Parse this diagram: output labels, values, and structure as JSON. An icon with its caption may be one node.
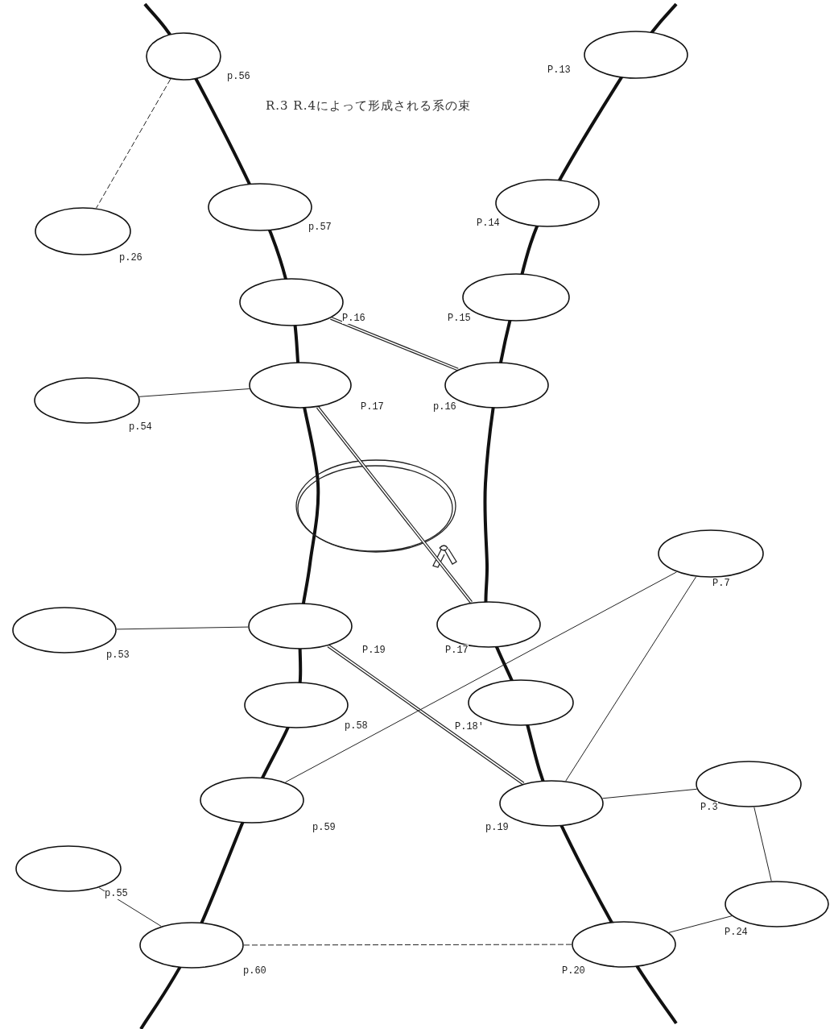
{
  "diagram": {
    "title": "R.3 R.4によって形成される系の束",
    "nodes": [
      {
        "text": [],
        "shape": "circle",
        "beside": [
          "p.56"
        ]
      },
      {
        "text": [],
        "shape": "circle",
        "beside": [
          "P.13"
        ]
      },
      {
        "text": [],
        "shape": "circle",
        "beside": [
          "p.57"
        ]
      },
      {
        "text": [],
        "shape": "circle",
        "beside": [
          "p.26"
        ]
      },
      {
        "text": [],
        "shape": "circle",
        "beside": [
          "P.14"
        ]
      },
      {
        "text": [],
        "shape": "circle",
        "beside": [
          "P.16"
        ]
      },
      {
        "text": [],
        "shape": "circle",
        "beside": [
          "P.15"
        ]
      },
      {
        "text": [],
        "shape": "circle",
        "beside": [
          "p.54"
        ]
      },
      {
        "text": [],
        "shape": "circle",
        "beside": [
          "P.17"
        ]
      },
      {
        "text": [],
        "shape": "circle",
        "beside": [
          "p.16"
        ]
      },
      {
        "text": [],
        "shape": "circle",
        "beside": [
          "P.7"
        ]
      },
      {
        "text": [],
        "shape": "circle",
        "beside": [
          "p.53"
        ]
      },
      {
        "text": [],
        "shape": "circle",
        "beside": [
          "P.19"
        ]
      },
      {
        "text": [],
        "shape": "circle",
        "beside": [
          "P.17"
        ]
      },
      {
        "text": [],
        "shape": "circle",
        "beside": [
          "p.58"
        ]
      },
      {
        "text": [],
        "shape": "circle",
        "beside": [
          "P.18'"
        ]
      },
      {
        "text": [],
        "shape": "circle",
        "beside": [
          "p.59"
        ]
      },
      {
        "text": [],
        "shape": "circle",
        "beside": [
          "p.19"
        ]
      },
      {
        "text": [],
        "shape": "circle",
        "beside": [
          "P.3"
        ]
      },
      {
        "text": [],
        "shape": "circle",
        "beside": [
          "p.55"
        ]
      },
      {
        "text": [],
        "shape": "circle",
        "beside": [
          "P.24"
        ]
      },
      {
        "text": [],
        "shape": "circle",
        "beside": [
          "p.60"
        ]
      },
      {
        "text": [],
        "shape": "circle",
        "beside": [
          "P.20"
        ]
      }
    ],
    "edges": [
      {
        "from": 0,
        "to": 3,
        "arrow": "none",
        "style": "dashed"
      },
      {
        "from": 5,
        "to": 9,
        "arrow": "none",
        "style": "thick"
      },
      {
        "from": 8,
        "to": 7,
        "arrow": "none"
      },
      {
        "from": 8,
        "to": 13,
        "arrow": "none",
        "style": "thick"
      },
      {
        "from": 12,
        "to": 11,
        "arrow": "none"
      },
      {
        "from": 12,
        "to": 17,
        "arrow": "none",
        "style": "thick"
      },
      {
        "from": 16,
        "to": 10,
        "arrow": "none"
      },
      {
        "from": 10,
        "to": 17,
        "arrow": "none"
      },
      {
        "from": 17,
        "to": 18,
        "arrow": "none"
      },
      {
        "from": 18,
        "to": 20,
        "arrow": "none"
      },
      {
        "from": 20,
        "to": 22,
        "arrow": "none"
      },
      {
        "from": 19,
        "to": 21,
        "arrow": "none"
      },
      {
        "from": 21,
        "to": 22,
        "arrow": "none",
        "style": "dashed"
      }
    ]
  }
}
